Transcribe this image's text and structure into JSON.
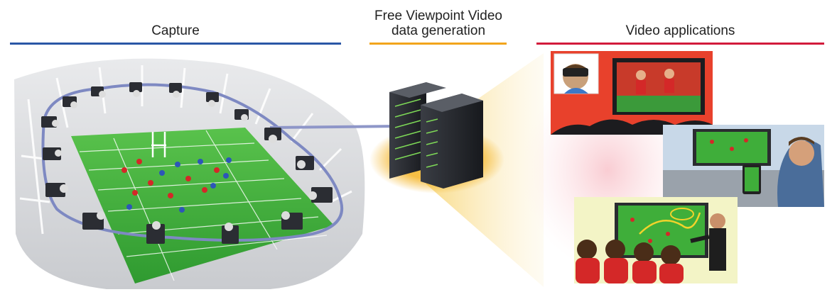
{
  "sections": {
    "capture": {
      "title": "Capture",
      "rule_color": "#2a57a6"
    },
    "generation": {
      "title_line1": "Free Viewpoint Video",
      "title_line2": "data generation",
      "rule_color": "#f2a51c"
    },
    "applications": {
      "title": "Video applications",
      "rule_color": "#d21b3c"
    }
  },
  "icons": {
    "stadium": "stadium-illustration",
    "camera": "camera-icon",
    "server": "server-icon",
    "vr": "vr-headset-icon",
    "smartphone": "smartphone-icon"
  },
  "colors": {
    "pitch": "#3fae3a",
    "camera_ring": "#7e89c2",
    "server_glow": "#f4b324",
    "red_team": "#d42828",
    "blue_team": "#2d56b8"
  }
}
